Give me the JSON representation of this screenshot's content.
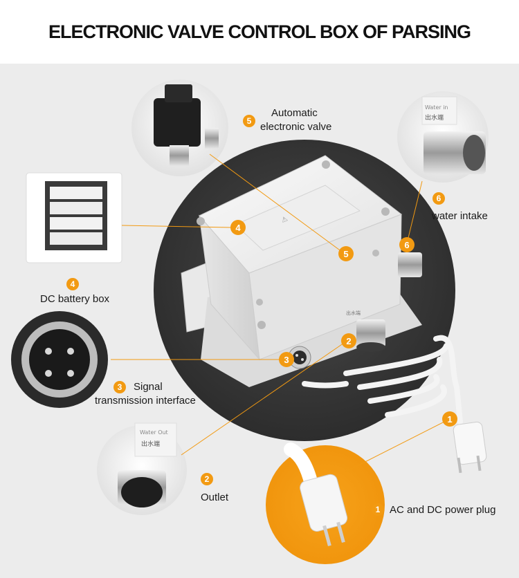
{
  "title": "ELECTRONIC VALVE CONTROL BOX OF PARSING",
  "box_labels": {
    "caution": "⚠",
    "water_in": "Water in",
    "water_in_cn": "出水端",
    "water_out": "Water Out",
    "water_out_cn": "出水端"
  },
  "parts": [
    {
      "num": "1",
      "label": "AC and DC power plug"
    },
    {
      "num": "2",
      "label": "Outlet"
    },
    {
      "num": "3",
      "label_line1": "Signal",
      "label_line2": "transmission interface"
    },
    {
      "num": "4",
      "label": "DC battery box"
    },
    {
      "num": "5",
      "label_line1": "Automatic",
      "label_line2": "electronic valve"
    },
    {
      "num": "6",
      "label": "water intake"
    }
  ],
  "colors": {
    "accent": "#f29a12",
    "dark_circle": "#3a3a3a",
    "background": "#ececec"
  }
}
